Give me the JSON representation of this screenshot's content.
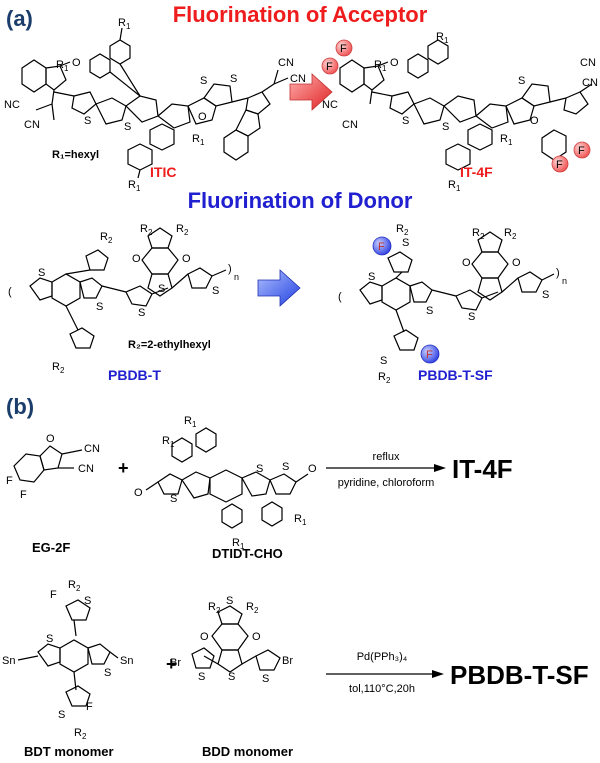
{
  "panel_a": {
    "label": "(a)",
    "heading_acceptor": "Fluorination of Acceptor",
    "heading_donor": "Fluorination of Donor",
    "r1_def": "R₁=hexyl",
    "r2_def": "R₂=2-ethylhexyl",
    "itic": "ITIC",
    "it4f": "IT-4F",
    "pbdbt": "PBDB-T",
    "pbdbtsf": "PBDB-T-SF",
    "colors": {
      "acceptor": "#ee1c1c",
      "donor": "#2020d0"
    }
  },
  "panel_b": {
    "label": "(b)",
    "eg2f": "EG-2F",
    "dtidt": "DTIDT-CHO",
    "plus1": "+",
    "reflux": "reflux",
    "solvent": "pyridine, chloroform",
    "product1": "IT-4F",
    "bdt": "BDT monomer",
    "bdd": "BDD monomer",
    "plus2": "+",
    "catalyst": "Pd(PPh₃)₄",
    "conditions": "tol,110°C,20h",
    "product2": "PBDB-T-SF"
  }
}
